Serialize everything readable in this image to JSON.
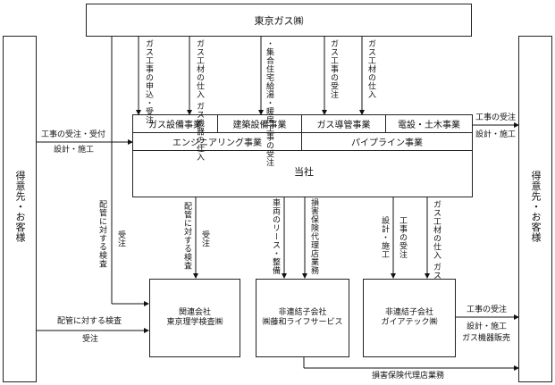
{
  "tokyo_gas": "東京ガス㈱",
  "customer_left": "得意先・お客様",
  "customer_right": "得意先・お客様",
  "business_row1": [
    "ガス設備事業",
    "建築設備事業",
    "ガス導管事業",
    "電設・土木事業"
  ],
  "business_row2": [
    "エンジニアリング事業",
    "パイプライン事業"
  ],
  "company": "当社",
  "top_labels": {
    "l1": "ガス工事の申込・受注",
    "l2": "ガス工材の仕入 ガス機器の仕入",
    "l3": "・集合住宅給湯・暖房工事の受注",
    "l4": "ガス工事の受注",
    "l5": "ガス工材の仕入"
  },
  "left_labels": {
    "order_receive": "工事の受注・受付",
    "design_build": "設計・施工",
    "inspection_v": "配管に対する検査",
    "order_v": "受注",
    "inspection_h": "配管に対する検査",
    "order_h": "受注"
  },
  "right_labels": {
    "order": "工事の受注",
    "design_build": "設計・施工"
  },
  "mid_labels": {
    "inspect": "配管に対する検査",
    "order": "受注",
    "lease": "車両のリース・整備",
    "insurance": "損害保険代理店業務",
    "design": "設計・施工",
    "work_order": "工事の受注",
    "materials": "ガス工材の仕入 ガス機器の仕入"
  },
  "subsidiaries": {
    "a_type": "関連会社",
    "a_name": "東京理学検査㈱",
    "b_type": "非連結子会社",
    "b_name": "㈱藤和ライフサービス",
    "c_type": "非連結子会社",
    "c_name": "ガイアテック㈱"
  },
  "bottom_right_labels": {
    "order": "工事の受注",
    "design": "設計・施工",
    "sales": "ガス機器販売"
  },
  "bottom_label": "損害保険代理店業務"
}
